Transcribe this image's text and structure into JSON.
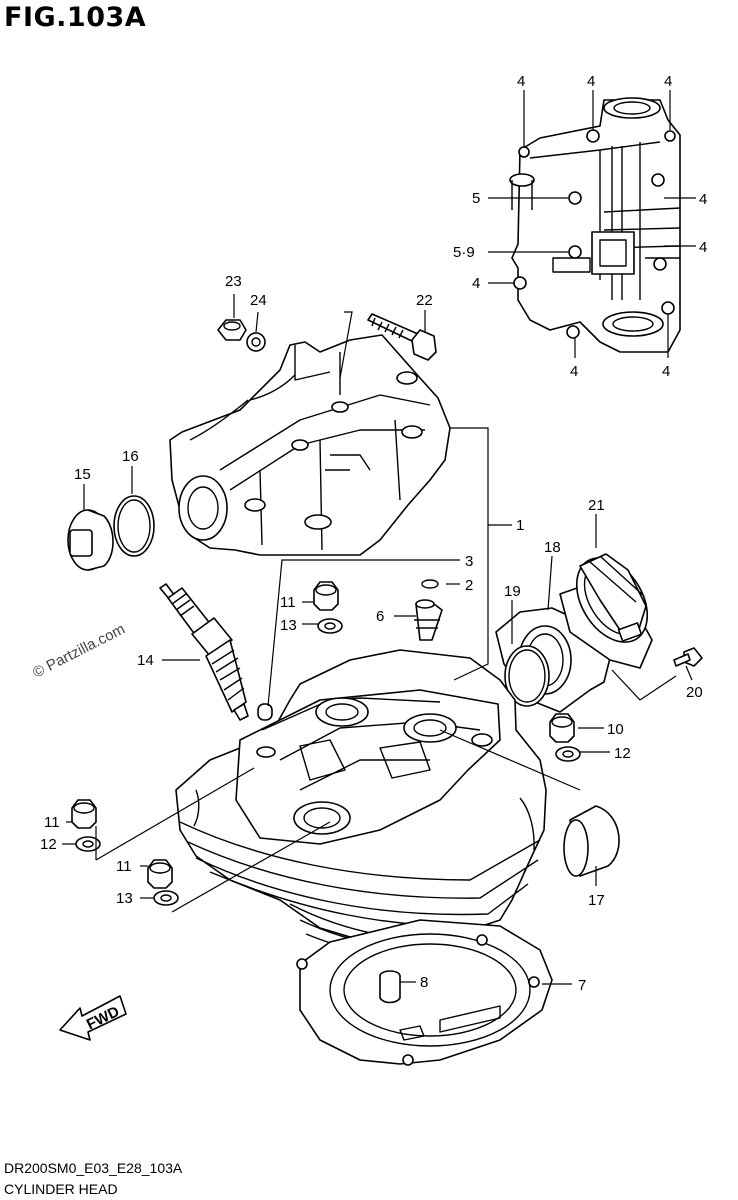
{
  "figure": {
    "title": "FIG.103A",
    "code": "DR200SM0_E03_E28_103A",
    "subtitle": "CYLINDER HEAD"
  },
  "watermark": "© Partzilla.com",
  "fwd_label": "FWD",
  "callouts": [
    "4",
    "4",
    "4",
    "5",
    "4",
    "5·9",
    "4",
    "4",
    "4",
    "4",
    "23",
    "24",
    "22",
    "16",
    "15",
    "1",
    "3",
    "2",
    "21",
    "18",
    "11",
    "6",
    "19",
    "13",
    "20",
    "14",
    "10",
    "12",
    "11",
    "12",
    "11",
    "13",
    "17",
    "8",
    "7"
  ]
}
